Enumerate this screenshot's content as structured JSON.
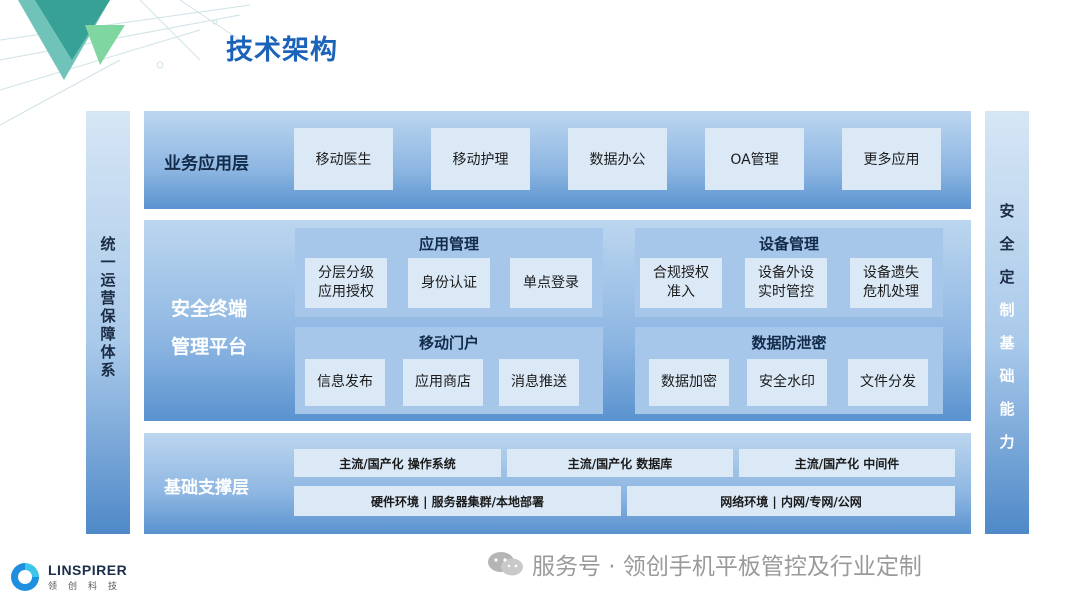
{
  "title": "技术架构",
  "left_pillar": [
    "统",
    "一",
    "运",
    "营",
    "保",
    "障",
    "体",
    "系"
  ],
  "right_pillar": [
    "安",
    "全",
    "定",
    "制",
    "基",
    "础",
    "能",
    "力"
  ],
  "business_layer": {
    "label": "业务应用层",
    "apps": [
      "移动医生",
      "移动护理",
      "数据办公",
      "OA管理",
      "更多应用"
    ]
  },
  "security_layer": {
    "label_line1": "安全终端",
    "label_line2": "管理平台",
    "app_mgmt": {
      "title": "应用管理",
      "items": [
        [
          "分层分级",
          "应用授权"
        ],
        [
          "身份认证"
        ],
        [
          "单点登录"
        ]
      ]
    },
    "device_mgmt": {
      "title": "设备管理",
      "items": [
        [
          "合规授权",
          "准入"
        ],
        [
          "设备外设",
          "实时管控"
        ],
        [
          "设备遗失",
          "危机处理"
        ]
      ]
    },
    "mobile_portal": {
      "title": "移动门户",
      "items": [
        [
          "信息发布"
        ],
        [
          "应用商店"
        ],
        [
          "消息推送"
        ]
      ]
    },
    "dlp": {
      "title": "数据防泄密",
      "items": [
        [
          "数据加密"
        ],
        [
          "安全水印"
        ],
        [
          "文件分发"
        ]
      ]
    }
  },
  "base_layer": {
    "label": "基础支撑层",
    "row1": [
      "主流/国产化 操作系统",
      "主流/国产化 数据库",
      "主流/国产化 中间件"
    ],
    "row2": [
      "硬件环境 | 服务器集群/本地部署",
      "网络环境 | 内网/专网/公网"
    ]
  },
  "footer": {
    "logo_en": "LINSPIRER",
    "logo_cn": "领创科技",
    "watermark": "服务号 · 领创手机平板管控及行业定制"
  }
}
